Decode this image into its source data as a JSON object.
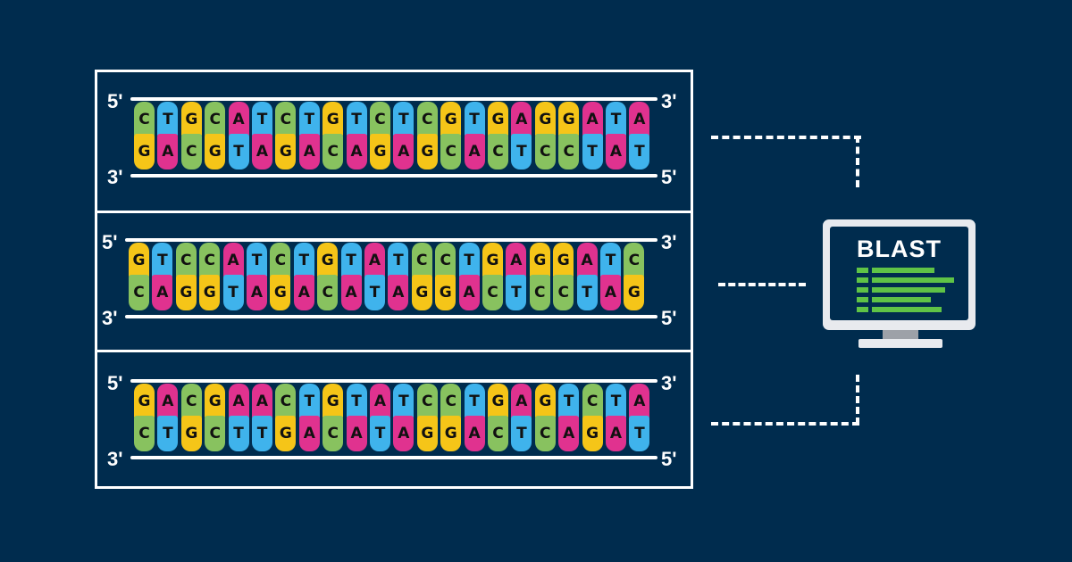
{
  "labels": {
    "five_prime": "5'",
    "three_prime": "3'"
  },
  "colors": {
    "background": "#002c4e",
    "A": "#e0328f",
    "C": "#88c25f",
    "G": "#f5c518",
    "T": "#3fb3ec",
    "monitor_bars": "#5fc346"
  },
  "sequences": [
    {
      "top": "CTGCATCTGTCTCGTGAGGATA",
      "bottom": "GACGTAGACAGAGCACTCCTAT"
    },
    {
      "top": "GTCCATCTGTATCCTGAGGATC",
      "bottom": "CAGGTAGACATAGGACTCCTAG"
    },
    {
      "top": "GACGAACTGTATCCTGAGTCTA",
      "bottom": "CTGCTTGACATAGGACTCAGAT"
    }
  ],
  "monitor": {
    "title": "BLAST",
    "icon": "monitor-icon"
  }
}
